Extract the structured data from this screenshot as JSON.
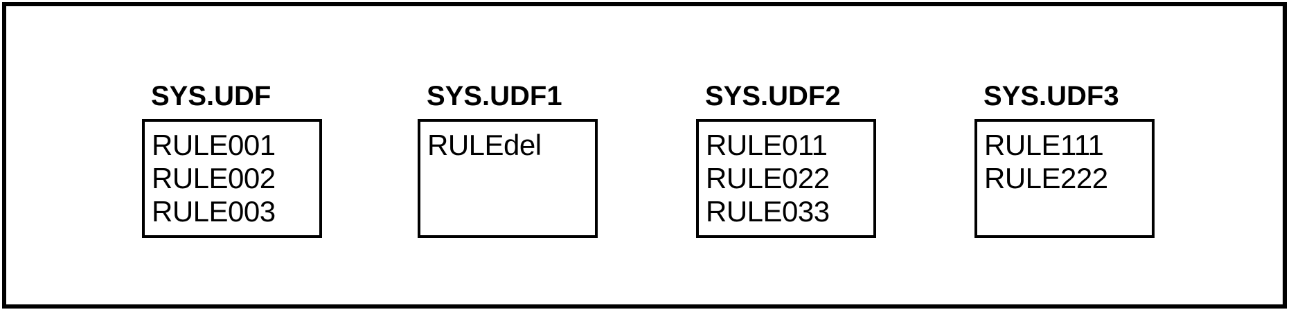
{
  "diagram": {
    "libraries": [
      {
        "name": "SYS.UDF",
        "rules": [
          "RULE001",
          "RULE002",
          "RULE003"
        ]
      },
      {
        "name": "SYS.UDF1",
        "rules": [
          "RULEdel"
        ]
      },
      {
        "name": "SYS.UDF2",
        "rules": [
          "RULE011",
          "RULE022",
          "RULE033"
        ]
      },
      {
        "name": "SYS.UDF3",
        "rules": [
          "RULE111",
          "RULE222"
        ]
      }
    ],
    "colors": {
      "border": "#000000",
      "background": "#ffffff",
      "text": "#000000"
    }
  }
}
